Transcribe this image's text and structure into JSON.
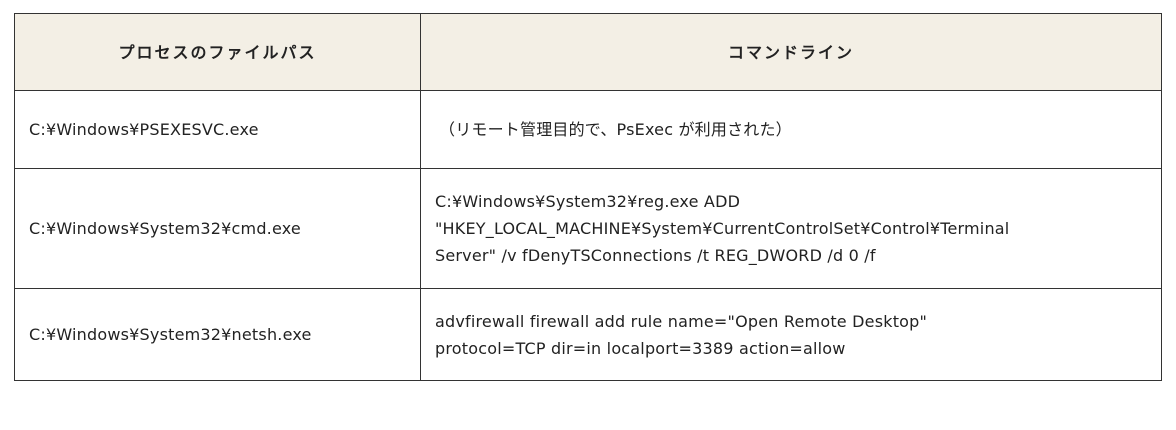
{
  "table": {
    "headers": [
      "プロセスのファイルパス",
      "コマンドライン"
    ],
    "rows": [
      {
        "path": "C:¥Windows¥PSEXESVC.exe",
        "command_lines": [
          "（リモート管理目的で、PsExec が利用された）"
        ]
      },
      {
        "path": "C:¥Windows¥System32¥cmd.exe",
        "command_lines": [
          "C:¥Windows¥System32¥reg.exe ADD",
          "\"HKEY_LOCAL_MACHINE¥System¥CurrentControlSet¥Control¥Terminal",
          "Server\" /v fDenyTSConnections /t REG_DWORD /d 0 /f"
        ]
      },
      {
        "path": "C:¥Windows¥System32¥netsh.exe",
        "command_lines": [
          "advfirewall firewall add rule name=\"Open Remote Desktop\"",
          "protocol=TCP dir=in localport=3389 action=allow"
        ]
      }
    ]
  }
}
